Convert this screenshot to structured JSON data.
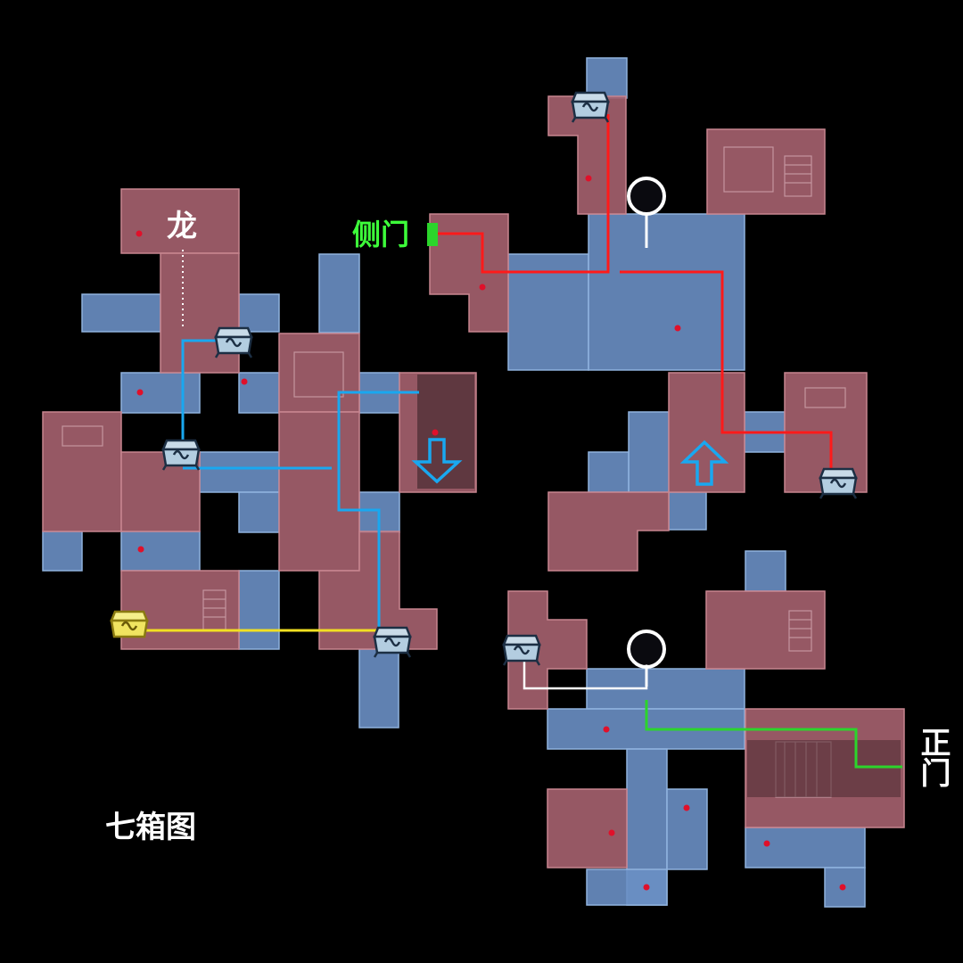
{
  "labels": {
    "dragon": "龙",
    "side_gate": "侧门",
    "main_gate": "正门",
    "map_title": "七箱图"
  },
  "colors": {
    "background": "#000000",
    "room_red": "#a3606c",
    "room_blue": "#6a8fc4",
    "route_blue": "#19a8f0",
    "route_red": "#ff1a1a",
    "route_yellow": "#f2e022",
    "route_green": "#2bd52b",
    "route_white": "#ffffff",
    "side_gate_marker": "#2bd52b",
    "chest_gold": "#f2e022"
  },
  "icons": {
    "chest": "treasure-chest-icon",
    "key": "magnifier-ring-icon",
    "arrow_up": "arrow-up-icon",
    "arrow_down": "arrow-down-icon"
  },
  "chest_count": 7
}
